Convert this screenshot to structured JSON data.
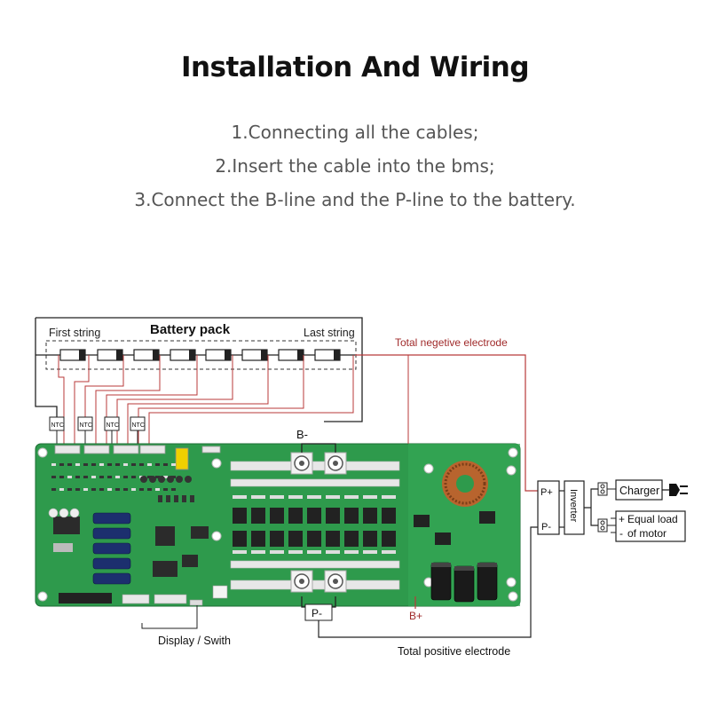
{
  "header": {
    "title": "Installation And Wiring",
    "steps": [
      "1.Connecting all the cables;",
      "2.Insert the cable into the bms;",
      "3.Connect the B-line and the P-line to the battery."
    ]
  },
  "diagram": {
    "battery_pack_label": "Battery pack",
    "first_string_label": "First string",
    "last_string_label": "Last string",
    "total_negative_label": "Total negetive electrode",
    "total_positive_label": "Total positive electrode",
    "b_minus_label": "B-",
    "p_minus_label": "P-",
    "b_plus_label": "B+",
    "ntc_label": "NTC",
    "display_switch_label": "Display / Swith",
    "p_plus_terminal": "P+",
    "p_minus_terminal": "P-",
    "inverter_label": "Inverter",
    "charger_label": "Charger",
    "load_label_line1": "Equal load",
    "load_label_line2": "of motor",
    "plus_sign": "+",
    "minus_sign": "-"
  },
  "colors": {
    "wire_red": "#b83a3a",
    "wire_black": "#222222",
    "pcb_green": "#2e9a4c",
    "pcb_dark": "#1f7a3a"
  }
}
